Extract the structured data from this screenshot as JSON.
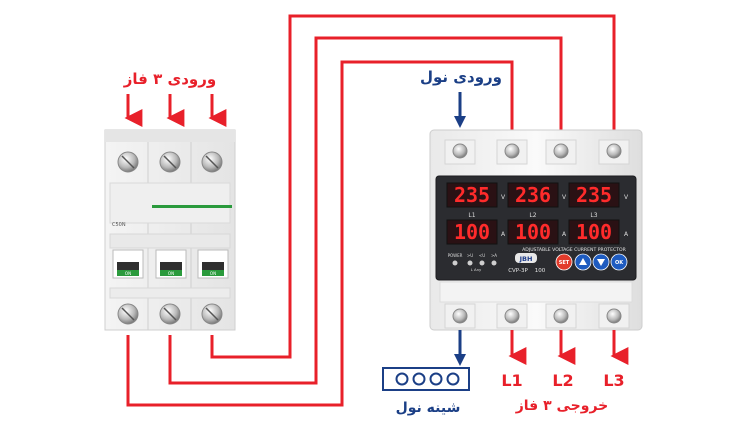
{
  "labels": {
    "input_3phase": "ورودی ۳ فاز",
    "input_neutral": "ورودی نول",
    "neutral_bus": "شینه نول",
    "output_3phase": "خروجی ۳ فاز",
    "out_l1": "L1",
    "out_l2": "L2",
    "out_l3": "L3"
  },
  "breaker": {
    "model": "C50N",
    "switch_labels": [
      "ON",
      "ON",
      "ON"
    ]
  },
  "protector": {
    "voltages": [
      "235",
      "236",
      "235"
    ],
    "currents": [
      "100",
      "100",
      "100"
    ],
    "unit_v": "V",
    "unit_a": "A",
    "phases": [
      "L1",
      "L2",
      "L3"
    ],
    "title": "ADJUSTABLE VOLTAGE CURRENT PROTECTOR",
    "model": "CVP-3P",
    "rating": "100",
    "brand": "JBH",
    "buttons": {
      "set": "SET",
      "ok": "OK"
    },
    "leds": [
      "POWER",
      ">U",
      "<U",
      ">A"
    ],
    "led_sub": "L Any"
  },
  "colors": {
    "wire_red": "#e8202a",
    "wire_blue": "#1b3f86",
    "label_red": "#e8202a",
    "label_blue": "#1b3f86",
    "display_bg": "#2a1114",
    "display_digit": "#ff2b2b",
    "breaker_green": "#2a9a3c",
    "button_blue": "#1e5bc0",
    "button_set": "#e23b2b"
  },
  "icons": {
    "arrow_down": "arrow-down-icon",
    "screw": "screw-icon",
    "up_button": "triangle-up-icon",
    "down_button": "triangle-down-icon"
  }
}
